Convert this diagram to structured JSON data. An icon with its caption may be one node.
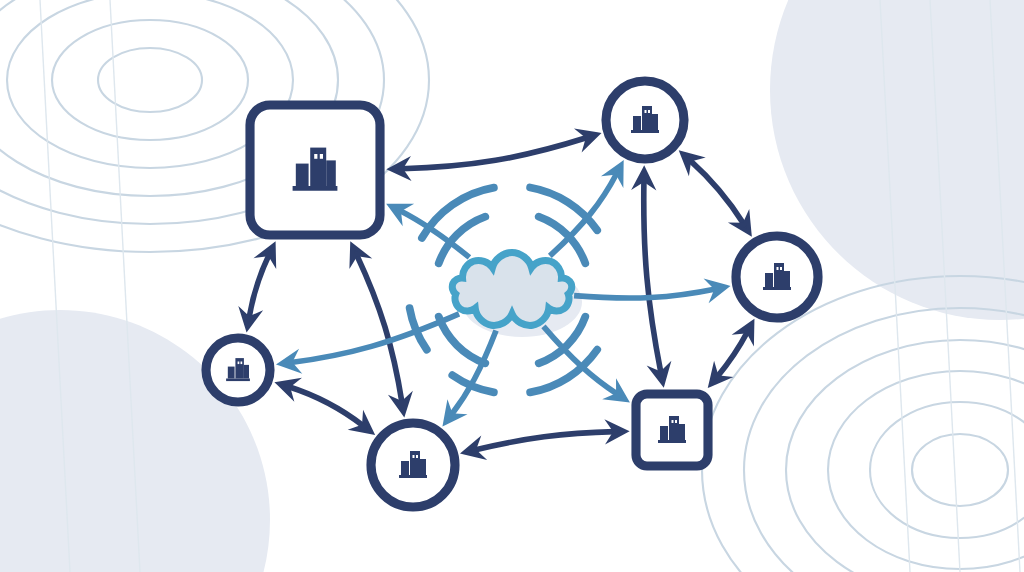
{
  "diagram": {
    "nodes": [
      {
        "text": [],
        "shape": "box"
      },
      {
        "text": [],
        "shape": "circle"
      },
      {
        "text": [],
        "shape": "cloud"
      },
      {
        "text": [],
        "shape": "circle"
      },
      {
        "text": [],
        "shape": "circle"
      },
      {
        "text": [],
        "shape": "box"
      },
      {
        "text": [],
        "shape": "circle"
      }
    ],
    "edges": [
      {
        "from": 0,
        "to": 1,
        "arrow": "both"
      },
      {
        "from": 1,
        "to": 3,
        "arrow": "both"
      },
      {
        "from": 1,
        "to": 5,
        "arrow": "both"
      },
      {
        "from": 3,
        "to": 5,
        "arrow": "both"
      },
      {
        "from": 0,
        "to": 4,
        "arrow": "both"
      },
      {
        "from": 0,
        "to": 6,
        "arrow": "both"
      },
      {
        "from": 4,
        "to": 6,
        "arrow": "both"
      },
      {
        "from": 6,
        "to": 5,
        "arrow": "both"
      },
      {
        "from": 2,
        "to": 0,
        "arrow": "to",
        "color": "#4a8ab8"
      },
      {
        "from": 2,
        "to": 1,
        "arrow": "to",
        "color": "#4a8ab8"
      },
      {
        "from": 2,
        "to": 3,
        "arrow": "to",
        "color": "#4a8ab8"
      },
      {
        "from": 2,
        "to": 4,
        "arrow": "to",
        "color": "#4a8ab8"
      },
      {
        "from": 2,
        "to": 6,
        "arrow": "to",
        "color": "#4a8ab8"
      },
      {
        "from": 2,
        "to": 5,
        "arrow": "to",
        "color": "#4a8ab8"
      }
    ]
  }
}
